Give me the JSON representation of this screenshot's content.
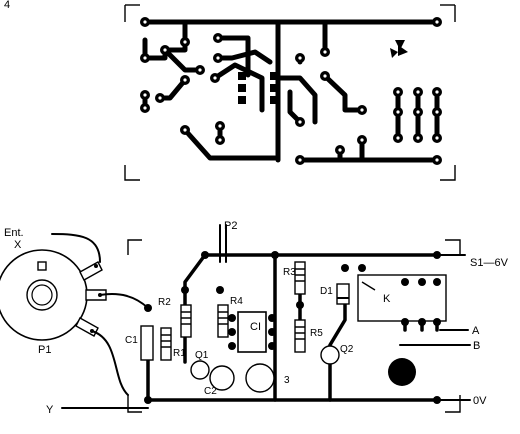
{
  "figure": {
    "top_mark": "4",
    "labels": {
      "input": "Ent.",
      "input_x": "X",
      "pot": "P1",
      "ground_in": "Y",
      "pot2": "P2",
      "switch_supply": "S1—6V",
      "zero_volt": "0V",
      "out_a": "A",
      "out_b": "B",
      "relay": "K",
      "ic": "CI",
      "r1": "R1",
      "r2": "R2",
      "r3": "R3",
      "r4": "R4",
      "r5": "R5",
      "c1": "C1",
      "c2": "C2",
      "q1": "Q1",
      "q2": "Q2",
      "d1": "D1",
      "pin3": "3"
    }
  }
}
